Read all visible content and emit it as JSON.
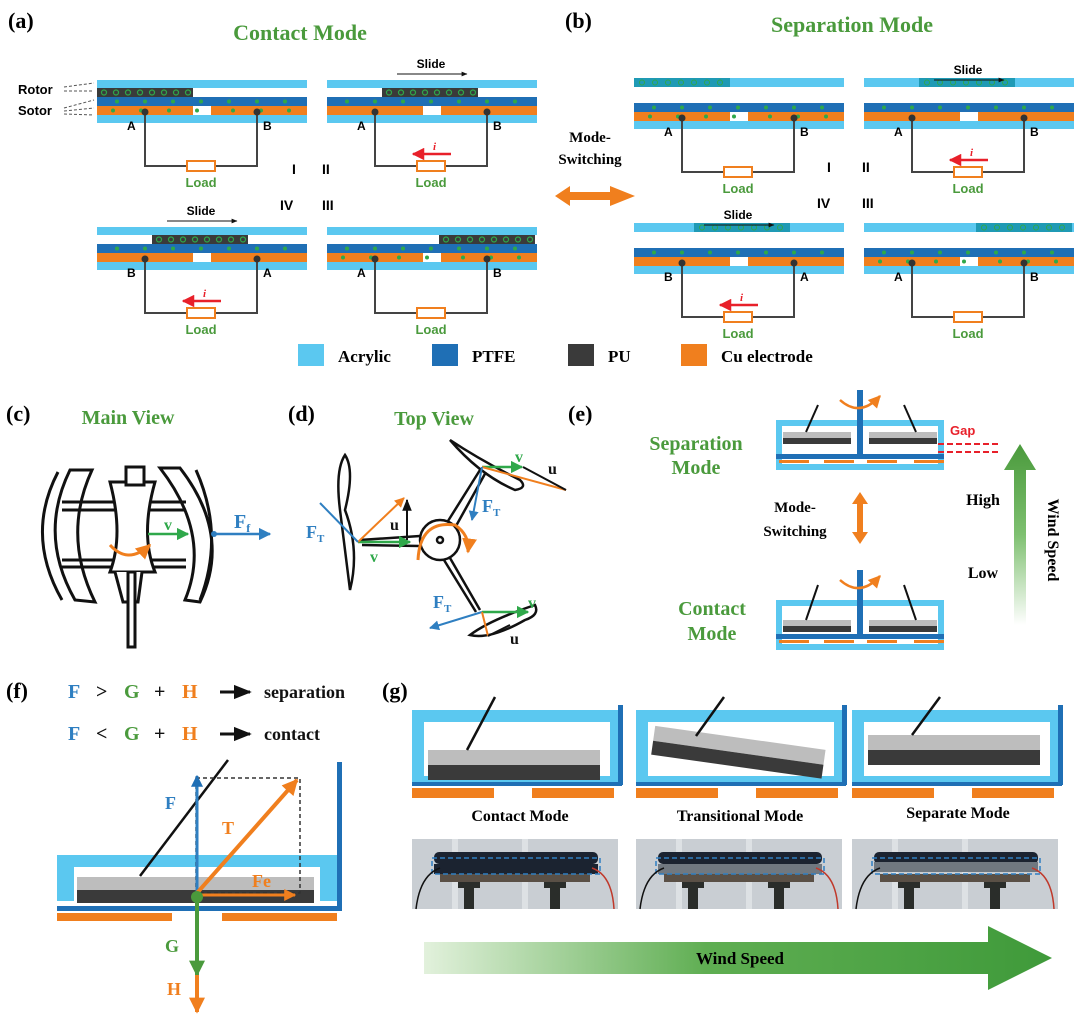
{
  "colors": {
    "acrylic": "#5BC8F0",
    "ptfe": "#1F6FB5",
    "pu": "#3A3A3A",
    "cu": "#F07F1E",
    "green": "#4A9A3C",
    "red": "#E8202A",
    "gray": "#BDBDBD"
  },
  "panel_a": {
    "label": "(a)",
    "title": "Contact Mode",
    "rotor_label": "Rotor",
    "sotor_label": "Sotor",
    "slide_label": "Slide",
    "load_label": "Load",
    "current_label": "i",
    "terminal_a": "A",
    "terminal_b": "B",
    "stages": [
      "I",
      "II",
      "III",
      "IV"
    ]
  },
  "panel_b": {
    "label": "(b)",
    "title": "Separation Mode",
    "slide_label": "Slide",
    "load_label": "Load",
    "current_label": "i",
    "terminal_a": "A",
    "terminal_b": "B",
    "stages": [
      "I",
      "II",
      "III",
      "IV"
    ]
  },
  "mode_switch": {
    "line1": "Mode-",
    "line2": "Switching"
  },
  "legend": [
    {
      "name": "Acrylic",
      "color": "#5BC8F0"
    },
    {
      "name": "PTFE",
      "color": "#1F6FB5"
    },
    {
      "name": "PU",
      "color": "#3A3A3A"
    },
    {
      "name": "Cu electrode",
      "color": "#F07F1E"
    }
  ],
  "panel_c": {
    "label": "(c)",
    "title": "Main View",
    "v_label": "v",
    "ff_label": "F",
    "ff_sub": "f"
  },
  "panel_d": {
    "label": "(d)",
    "title": "Top View",
    "v_label": "v",
    "u_label": "u",
    "ft_label": "F",
    "ft_sub": "T"
  },
  "panel_e": {
    "label": "(e)",
    "separation_line1": "Separation",
    "separation_line2": "Mode",
    "contact_line1": "Contact",
    "contact_line2": "Mode",
    "switch_line1": "Mode-",
    "switch_line2": "Switching",
    "gap_label": "Gap",
    "high_label": "High",
    "low_label": "Low",
    "wind_label": "Wind Speed"
  },
  "panel_f": {
    "label": "(f)",
    "eq1": {
      "F": "F",
      "op": ">",
      "G": "G",
      "plus": "+",
      "H": "H",
      "result": "separation"
    },
    "eq2": {
      "F": "F",
      "op": "<",
      "G": "G",
      "plus": "+",
      "H": "H",
      "result": "contact"
    },
    "force_F": "F",
    "force_T": "T",
    "force_Fe": "Fe",
    "force_G": "G",
    "force_H": "H"
  },
  "panel_g": {
    "label": "(g)",
    "modes": [
      "Contact Mode",
      "Transitional Mode",
      "Separate Mode"
    ],
    "wind_label": "Wind Speed"
  }
}
